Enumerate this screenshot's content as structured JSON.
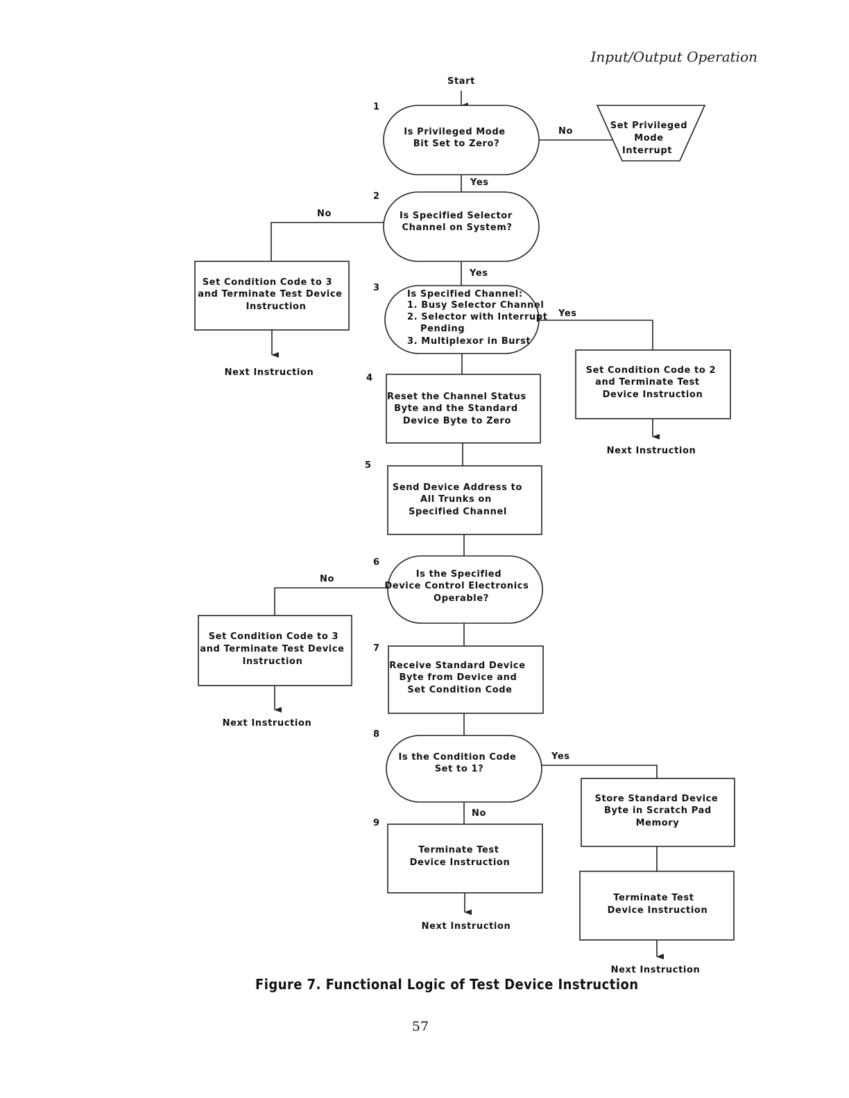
{
  "header": {
    "title": "Input/Output Operation"
  },
  "flow": {
    "start": "Start",
    "yes": "Yes",
    "no": "No",
    "next": "Next Instruction",
    "steps": [
      "1",
      "2",
      "3",
      "4",
      "5",
      "6",
      "7",
      "8",
      "9"
    ],
    "d1": [
      "Is Privileged Mode",
      "Bit Set to Zero?"
    ],
    "interrupt": [
      "Set Privileged",
      "Mode",
      "Interrupt"
    ],
    "d2": [
      "Is Specified Selector",
      "Channel on System?"
    ],
    "cc3a": [
      "Set Condition Code to 3",
      "and Terminate Test Device",
      "Instruction"
    ],
    "d3": [
      "Is Specified Channel:",
      "1. Busy Selector Channel",
      "2. Selector with Interrupt",
      "Pending",
      "3. Multiplexor in Burst"
    ],
    "cc2": [
      "Set Condition Code to 2",
      "and Terminate Test",
      "Device Instruction"
    ],
    "b4": [
      "Reset the Channel Status",
      "Byte and the Standard",
      "Device Byte to Zero"
    ],
    "b5": [
      "Send Device Address to",
      "All Trunks on",
      "Specified Channel"
    ],
    "d6": [
      "Is the Specified",
      "Device Control Electronics",
      "Operable?"
    ],
    "cc3b": [
      "Set Condition Code to 3",
      "and Terminate Test Device",
      "Instruction"
    ],
    "b7": [
      "Receive Standard Device",
      "Byte from Device and",
      "Set Condition Code"
    ],
    "d8": [
      "Is the Condition Code",
      "Set to 1?"
    ],
    "store": [
      "Store Standard Device",
      "Byte in Scratch Pad",
      "Memory"
    ],
    "b9": [
      "Terminate Test",
      "Device Instruction"
    ],
    "term2": [
      "Terminate Test",
      "Device Instruction"
    ]
  },
  "caption": "Figure 7. Functional Logic of Test Device Instruction",
  "page_number": "57"
}
